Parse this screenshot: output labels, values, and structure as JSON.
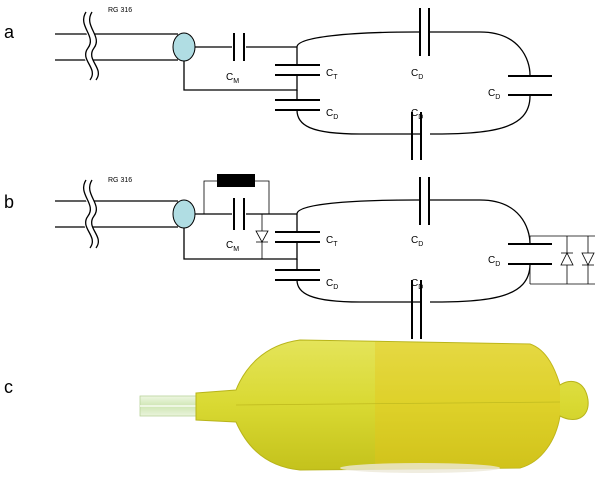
{
  "panels": {
    "a": {
      "label": "a"
    },
    "b": {
      "label": "b"
    },
    "c": {
      "label": "c"
    }
  },
  "labels": {
    "cable": "RG 316",
    "cap_letter": "C",
    "match_sub": "M",
    "tune_sub": "T",
    "dist_sub": "D"
  },
  "colors": {
    "coax_end": "#b0dde3",
    "balloon": "#dcdc3c",
    "balloon_dark": "#b8b41a",
    "tube": "#d8ecc0",
    "wire": "#000000"
  },
  "icons": {
    "coax": "coax-cable-icon",
    "capacitor": "capacitor-icon",
    "diode": "diode-icon",
    "inductor": "inductor-block-icon"
  }
}
